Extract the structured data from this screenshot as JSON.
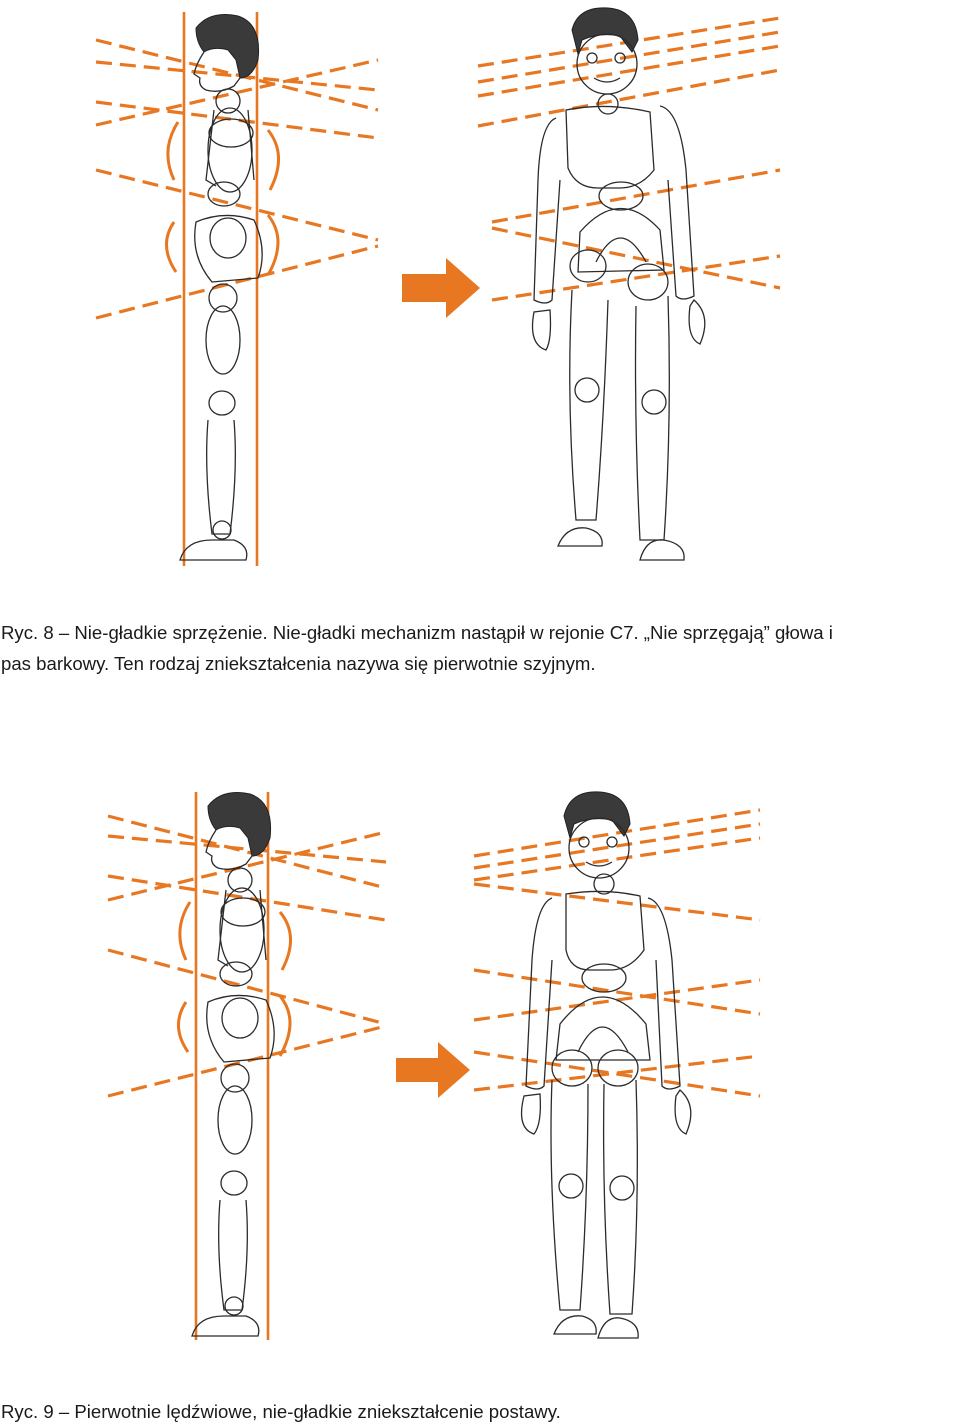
{
  "colors": {
    "accent": "#e87722",
    "line": "#2b2b2b",
    "hair": "#3a3a3a",
    "text": "#1a1a1a"
  },
  "figure_1": {
    "caption_line_1": "Ryc. 8 – Nie-gładkie sprzężenie. Nie-gładki mechanizm nastąpił w rejonie C7. „Nie sprzęgają” głowa i",
    "caption_line_2": "pas barkowy. Ten rodzaj zniekształcenia nazywa się pierwotnie szyjnym.",
    "arrow_icon": "right-arrow-icon"
  },
  "figure_2": {
    "caption": "Ryc. 9 – Pierwotnie lędźwiowe, nie-gładkie zniekształcenie postawy.",
    "arrow_icon": "right-arrow-icon"
  }
}
